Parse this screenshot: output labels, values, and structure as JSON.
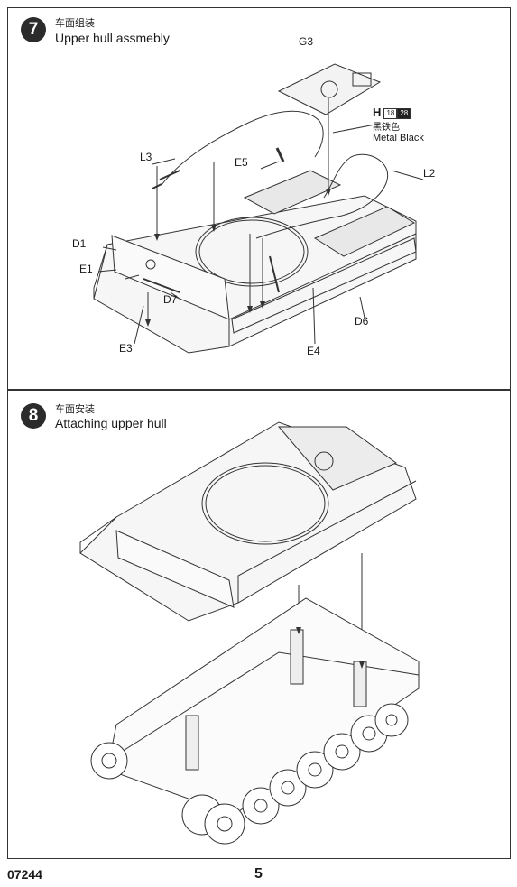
{
  "step7": {
    "number": "7",
    "title_zh": "车面组装",
    "title_en": "Upper hull assmebly",
    "paint": {
      "letter": "H",
      "code1": "18",
      "code2": "28",
      "name_zh": "黑铁色",
      "name_en": "Metal Black"
    },
    "parts": {
      "g3": "G3",
      "l3": "L3",
      "e5": "E5",
      "l2": "L2",
      "d1": "D1",
      "e1": "E1",
      "d7": "D7",
      "e3": "E3",
      "d6": "D6",
      "e4": "E4"
    }
  },
  "step8": {
    "number": "8",
    "title_zh": "车面安装",
    "title_en": "Attaching upper hull"
  },
  "footer": {
    "code": "07244",
    "page": "5"
  }
}
